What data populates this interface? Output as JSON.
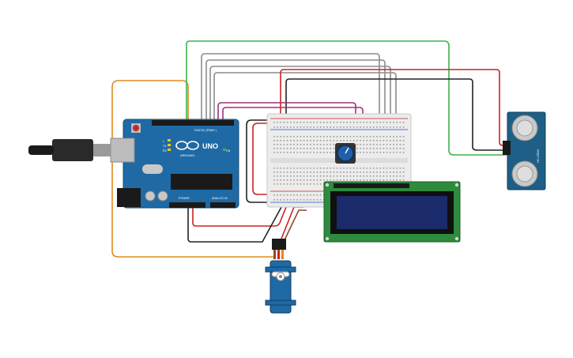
{
  "arduino": {
    "logo_text": "UNO",
    "brand_text": "ARDUINO",
    "digital_label": "DIGITAL (PWM~)",
    "power_label": "POWER",
    "analog_label": "ANALOG IN",
    "tx_label": "TX",
    "rx_label": "RX",
    "l_label": "L",
    "on_label": "ON",
    "board_color": "#1f6aa5"
  },
  "ultrasonic": {
    "model_label": "HC-SR04",
    "board_color": "#1d5f87"
  },
  "lcd": {
    "board_color": "#2e8b3e",
    "screen_color": "#1a2a6a"
  },
  "breadboard": {
    "color": "#eeeeee"
  },
  "wires": {
    "green": "#3cb44b",
    "red": "#cc2222",
    "black": "#222222",
    "gray": "#8c8c8c",
    "orange": "#e08a1e",
    "purple": "#a0307a",
    "brown": "#8b4a2a"
  }
}
